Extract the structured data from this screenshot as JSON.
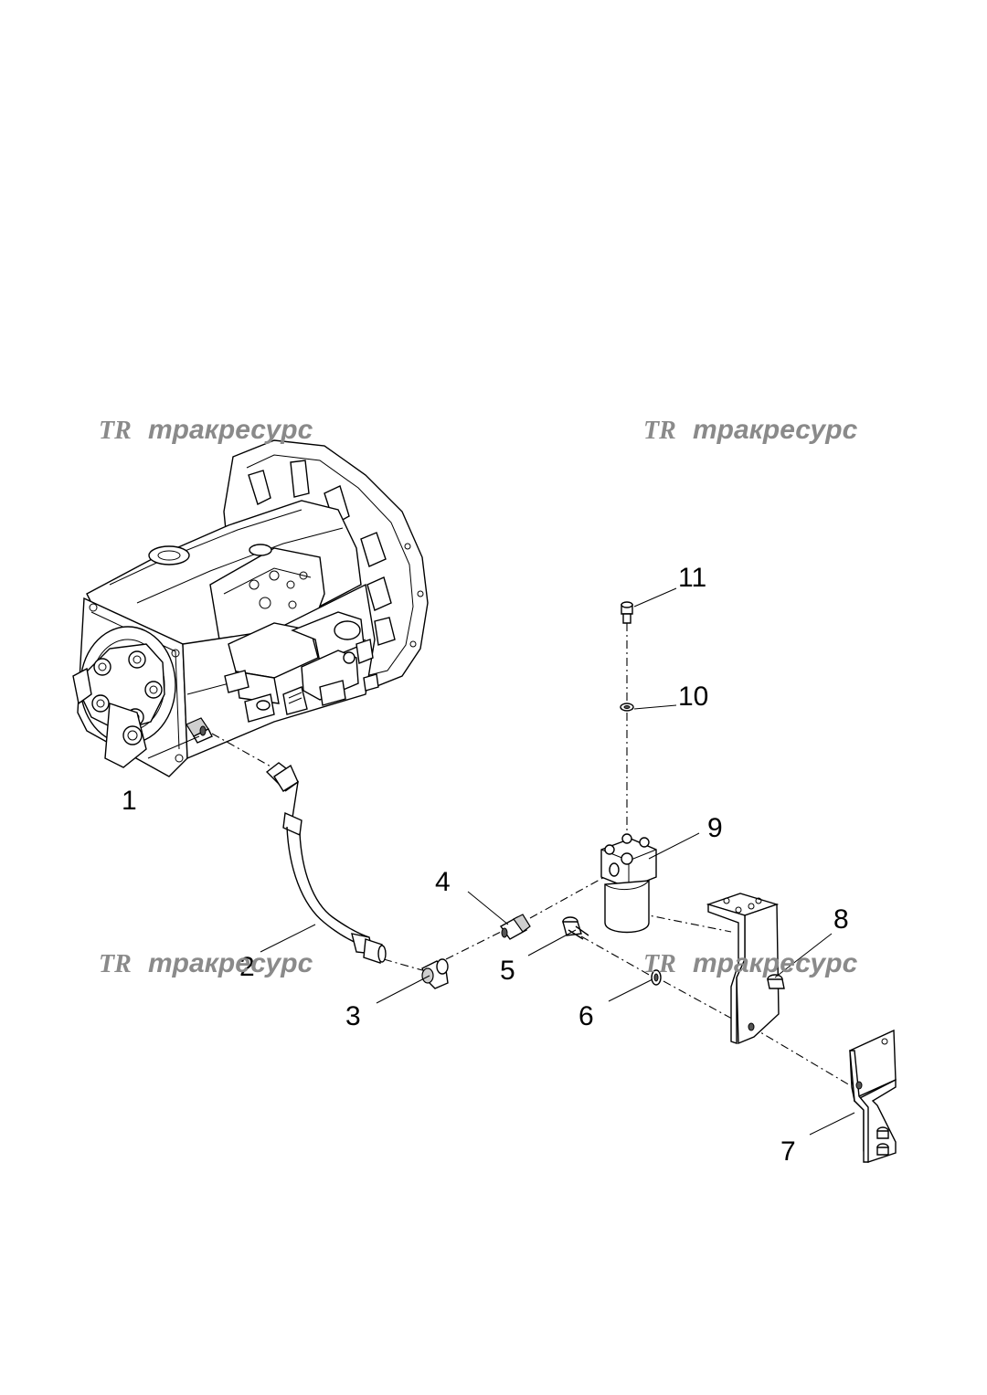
{
  "callouts": {
    "c1": "1",
    "c2": "2",
    "c3": "3",
    "c4": "4",
    "c5": "5",
    "c6": "6",
    "c7": "7",
    "c8": "8",
    "c9": "9",
    "c10": "10",
    "c11": "11"
  },
  "watermark": {
    "logo": "TR",
    "brand": "тракресурс"
  },
  "colors": {
    "line": "#000000",
    "watermark": "#8a8a8a",
    "background": "#ffffff"
  }
}
